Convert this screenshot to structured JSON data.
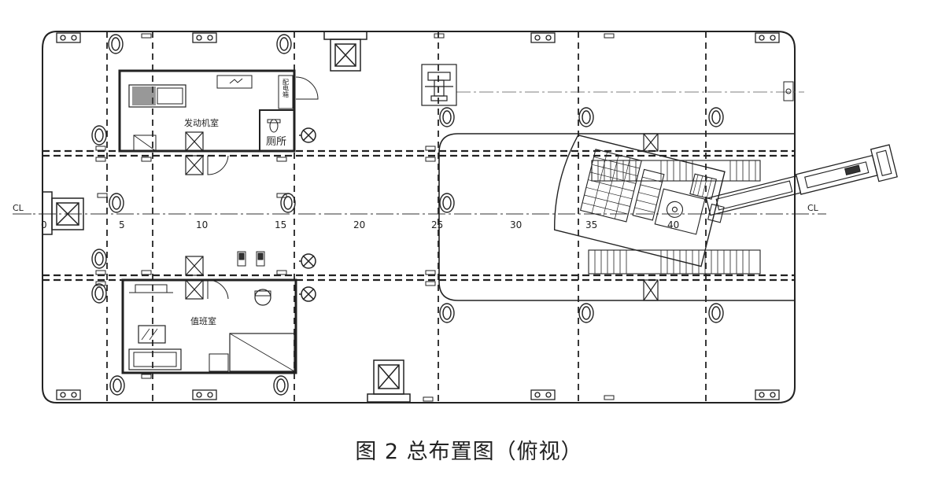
{
  "caption": "图 2  总布置图（俯视）",
  "centerline_label": "CL",
  "frame_numbers": [
    "0",
    "5",
    "10",
    "15",
    "20",
    "25",
    "30",
    "35",
    "40"
  ],
  "rooms": {
    "engine_room": "发动机室",
    "toilet": "厕所",
    "duty_room": "值班室",
    "storage": "配电箱"
  }
}
